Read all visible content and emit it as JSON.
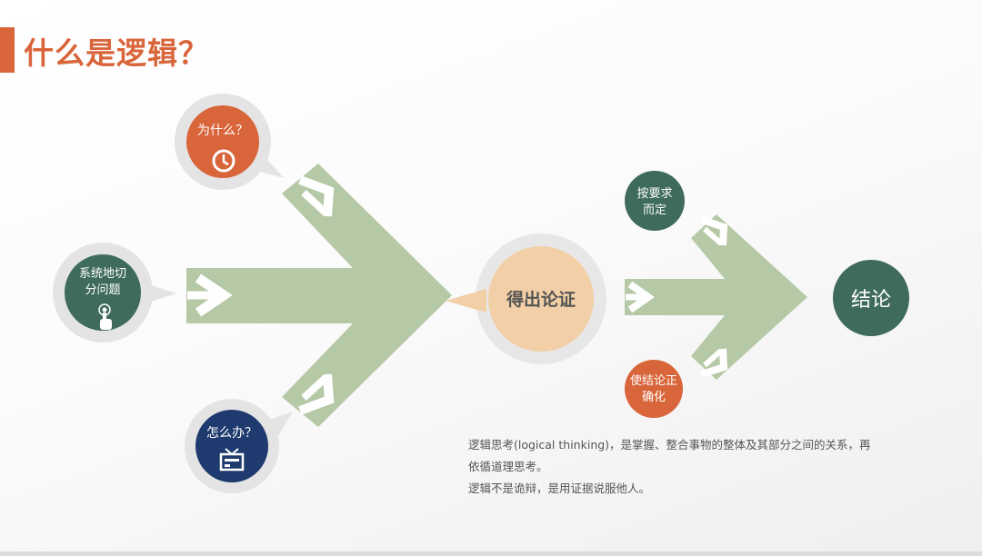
{
  "title": "什么是逻辑？",
  "nodes": {
    "why": "为什么？",
    "split_line1": "系统地切",
    "split_line2": "分问题",
    "how": "怎么办？",
    "center": "得出论证",
    "req_line1": "按要求",
    "req_line2": "而定",
    "exact_line1": "使结论正",
    "exact_line2": "确化",
    "conclusion": "结论"
  },
  "icons": {
    "why": "clock-icon",
    "split": "touch-hand-icon",
    "how": "tv-icon"
  },
  "description": {
    "line1": "逻辑思考(logical thinking)，是掌握、整合事物的整体及其部分之间的关系，再依循道理思考。",
    "line2": "逻辑不是诡辩，是用证据说服他人。"
  },
  "colors": {
    "accent": "#d9653a",
    "teal": "#3f6b5c",
    "navy": "#1e3a6e",
    "arrow_green": "#b6c9a6",
    "center_fill": "#f2cfa6",
    "halo": "#e4e4e4"
  }
}
